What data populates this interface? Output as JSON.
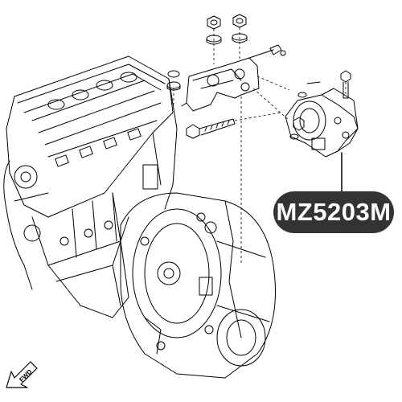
{
  "part_number": "MZ5203M",
  "direction_label": "FWD",
  "colors": {
    "badge_background": "#333333",
    "badge_text": "#ffffff",
    "line_art": "#000000",
    "background": "#ffffff"
  },
  "components": {
    "engine_block": "engine-block-drawing",
    "transmission": "transmission-drawing",
    "upper_bracket": "engine-mount-upper-bracket",
    "mount": "engine-mount-rubber",
    "hardware": [
      "nut",
      "washer",
      "bolt"
    ]
  }
}
